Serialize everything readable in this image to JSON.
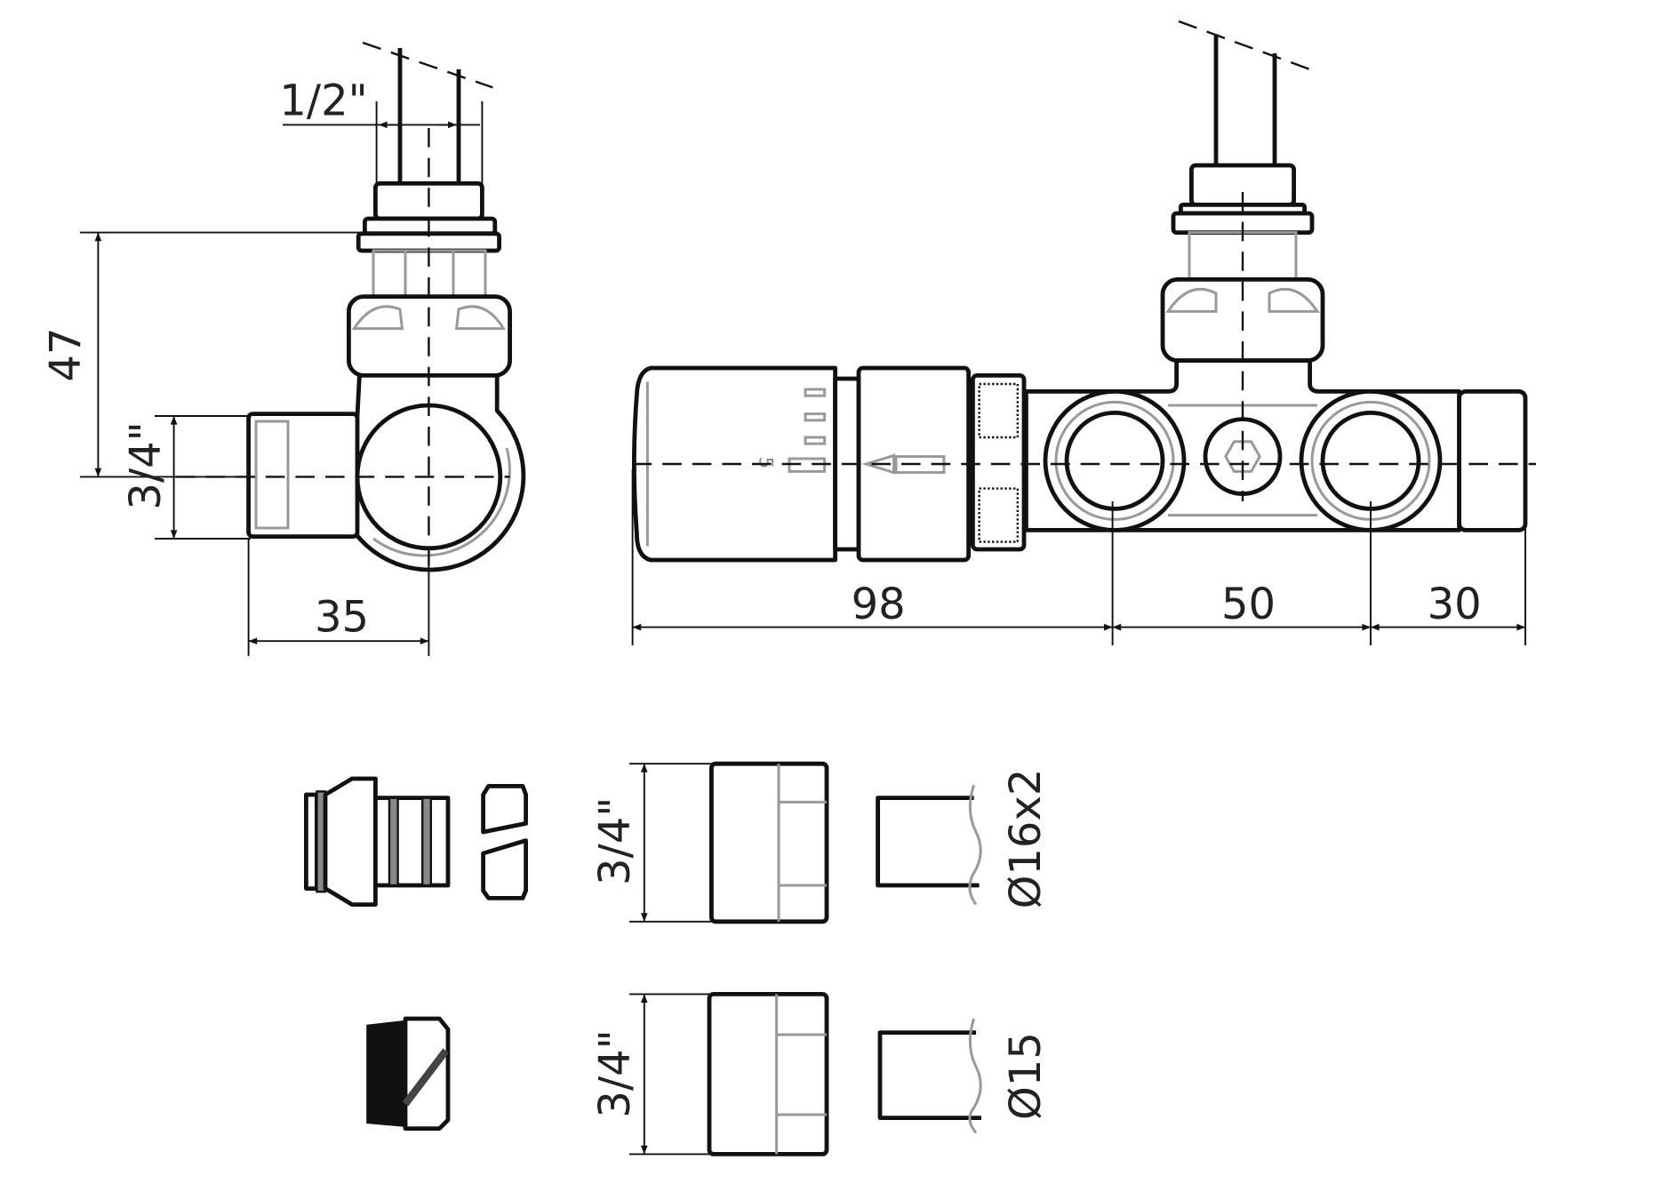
{
  "dimensions": {
    "pipe_thread": "1/2\"",
    "height": "47",
    "inlet_thread_side": "3/4\"",
    "side_width": "35",
    "length_head": "98",
    "spacing": "50",
    "cap_length": "30"
  },
  "fittings": [
    {
      "thread": "3/4\"",
      "pipe": "Ø16x2"
    },
    {
      "thread": "3/4\"",
      "pipe": "Ø15"
    }
  ],
  "head_marking": "5"
}
